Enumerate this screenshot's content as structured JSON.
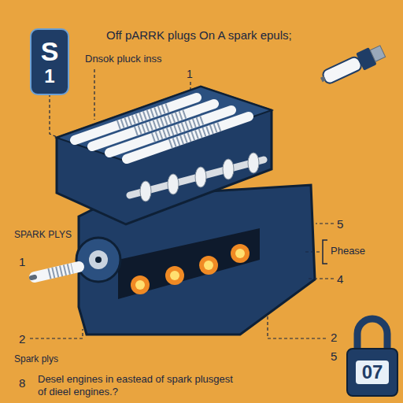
{
  "diagram": {
    "title": "Off pARRK plugs On A spark epuls;",
    "caption": "Desel engines in eastead of spark plusgest of dieel engines.?",
    "nodes": [
      {
        "text": [
          "S",
          "1"
        ]
      },
      {
        "text": [
          "07"
        ]
      }
    ],
    "labels": [
      "Dnsok pluck inss",
      "1",
      "5",
      "Phease",
      "4",
      "SPARK PLYS",
      "1",
      "2",
      "Spark plys",
      "8",
      "2",
      "5"
    ]
  }
}
